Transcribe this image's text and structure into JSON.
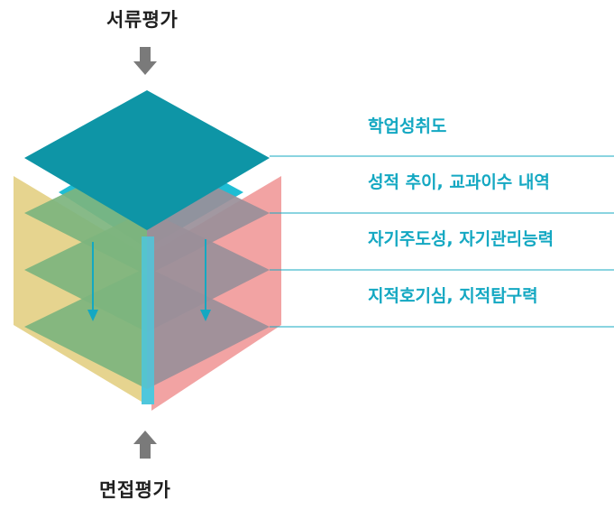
{
  "top_heading": "서류평가",
  "bottom_heading": "면접평가",
  "layers": [
    {
      "label": "학업성취도"
    },
    {
      "label": "성적 추이, 교과이수 내역"
    },
    {
      "label": "자기주도성, 자기관리능력"
    },
    {
      "label": "지적호기심, 지적탐구력"
    }
  ],
  "colors": {
    "accent": "#14a8c2",
    "top_plane": "#0e95a6",
    "left_face": "#e6d48f",
    "right_face": "#f2a3a3",
    "center_edge": "#4fc7dc",
    "inner_plane_left": "#7db47e",
    "inner_plane_right": "#9a8f99",
    "heading_text": "#1f1f1f",
    "arrow_gray": "#7a7a7a"
  },
  "icons": {
    "top_arrow": "arrow-down-icon",
    "bottom_arrow": "arrow-up-icon"
  }
}
